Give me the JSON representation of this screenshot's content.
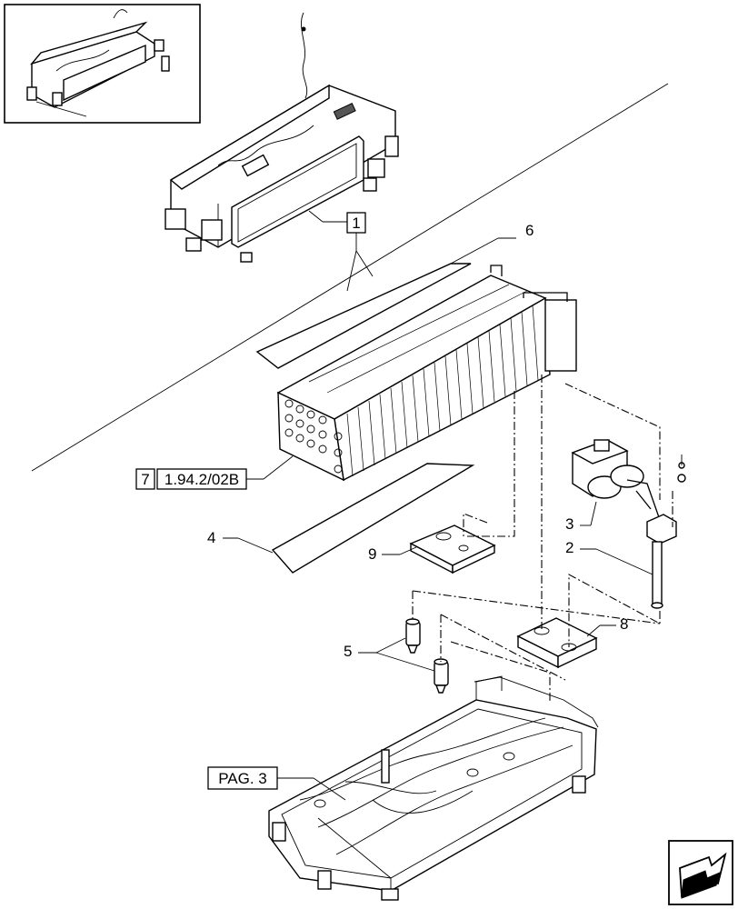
{
  "callouts": {
    "c1": "1",
    "c2": "2",
    "c3": "3",
    "c4": "4",
    "c5": "5",
    "c6": "6",
    "c8": "8",
    "c9": "9"
  },
  "references": {
    "ref_num": "7",
    "ref_code": "1.94.2/02B",
    "page_ref": "PAG. 3"
  }
}
